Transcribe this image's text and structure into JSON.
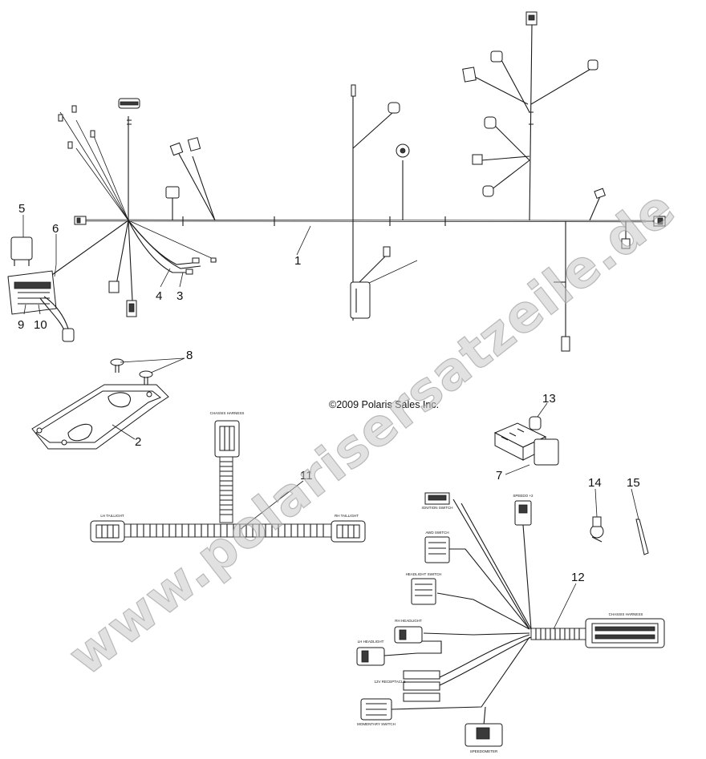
{
  "copyright": "©2009 Polaris Sales Inc.",
  "watermark": "www.polarisersatzeile.de",
  "callouts": [
    "1",
    "2",
    "3",
    "4",
    "5",
    "6",
    "7",
    "8",
    "9",
    "10",
    "11",
    "12",
    "13",
    "14",
    "15"
  ],
  "tail_harness_labels": {
    "chassis_top": "CHASSIS HARNESS",
    "lh_taillight": "LH TAILLIGHT",
    "rh_taillight": "RH TAILLIGHT"
  },
  "dash_harness_labels": {
    "ignition_switch": "IGNITION SWITCH",
    "speedo": "SPEEDO +2",
    "awd_switch": "AWD SWITCH",
    "headlight_switch": "HEADLIGHT SWITCH",
    "rh_headlight": "RH HEADLIGHT",
    "lh_headlight": "LH HEADLIGHT",
    "receptacle": "12V RECEPTACLE",
    "momentary_switch": "MOMENTARY SWITCH",
    "speedometer": "SPEEDOMETER",
    "chassis_harness": "CHASSIS HARNESS"
  },
  "colors": {
    "line": "#1a1a1a",
    "watermark": "#c8c8c8"
  }
}
